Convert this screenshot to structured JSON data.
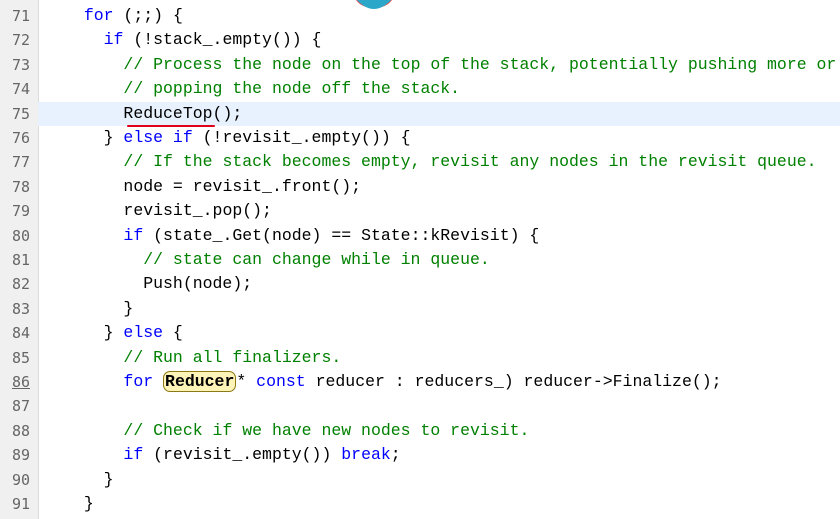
{
  "editor": {
    "current_line": "75",
    "lines": [
      {
        "no": "71",
        "indent": "  ",
        "tokens": [
          {
            "t": "for",
            "c": "kw"
          },
          {
            "t": " (;;) {",
            "c": ""
          }
        ]
      },
      {
        "no": "72",
        "indent": "    ",
        "tokens": [
          {
            "t": "if",
            "c": "kw"
          },
          {
            "t": " (!stack_.empty()) {",
            "c": ""
          }
        ]
      },
      {
        "no": "73",
        "indent": "      ",
        "tokens": [
          {
            "t": "// Process the node on the top of the stack, potentially pushing more or",
            "c": "cm"
          }
        ]
      },
      {
        "no": "74",
        "indent": "      ",
        "tokens": [
          {
            "t": "// popping the node off the stack.",
            "c": "cm"
          }
        ]
      },
      {
        "no": "75",
        "indent": "      ",
        "tokens": [
          {
            "t": "ReduceTop();",
            "c": ""
          }
        ]
      },
      {
        "no": "76",
        "indent": "    ",
        "tokens": [
          {
            "t": "} ",
            "c": ""
          },
          {
            "t": "else if",
            "c": "kw"
          },
          {
            "t": " (!revisit_.empty()) {",
            "c": ""
          }
        ]
      },
      {
        "no": "77",
        "indent": "      ",
        "tokens": [
          {
            "t": "// If the stack becomes empty, revisit any nodes in the revisit queue.",
            "c": "cm"
          }
        ]
      },
      {
        "no": "78",
        "indent": "      ",
        "tokens": [
          {
            "t": "node = revisit_.front();",
            "c": ""
          }
        ]
      },
      {
        "no": "79",
        "indent": "      ",
        "tokens": [
          {
            "t": "revisit_.pop();",
            "c": ""
          }
        ]
      },
      {
        "no": "80",
        "indent": "      ",
        "tokens": [
          {
            "t": "if",
            "c": "kw"
          },
          {
            "t": " (state_.Get(node) == State::kRevisit) {",
            "c": ""
          }
        ]
      },
      {
        "no": "81",
        "indent": "        ",
        "tokens": [
          {
            "t": "// state can change while in queue.",
            "c": "cm"
          }
        ]
      },
      {
        "no": "82",
        "indent": "        ",
        "tokens": [
          {
            "t": "Push(node);",
            "c": ""
          }
        ]
      },
      {
        "no": "83",
        "indent": "      ",
        "tokens": [
          {
            "t": "}",
            "c": ""
          }
        ]
      },
      {
        "no": "84",
        "indent": "    ",
        "tokens": [
          {
            "t": "} ",
            "c": ""
          },
          {
            "t": "else",
            "c": "kw"
          },
          {
            "t": " {",
            "c": ""
          }
        ]
      },
      {
        "no": "85",
        "indent": "      ",
        "tokens": [
          {
            "t": "// Run all finalizers.",
            "c": "cm"
          }
        ]
      },
      {
        "no": "86",
        "indent": "      ",
        "underline_no": true,
        "tokens": [
          {
            "t": "for",
            "c": "kw"
          },
          {
            "t": " ",
            "c": ""
          },
          {
            "t": "Reducer",
            "c": "hl"
          },
          {
            "t": "* ",
            "c": ""
          },
          {
            "t": "const",
            "c": "kw"
          },
          {
            "t": " reducer : reducers_) reducer->Finalize();",
            "c": ""
          }
        ]
      },
      {
        "no": "87",
        "indent": "",
        "tokens": []
      },
      {
        "no": "88",
        "indent": "      ",
        "tokens": [
          {
            "t": "// Check if we have new nodes to revisit.",
            "c": "cm"
          }
        ]
      },
      {
        "no": "89",
        "indent": "      ",
        "tokens": [
          {
            "t": "if",
            "c": "kw"
          },
          {
            "t": " (revisit_.empty()) ",
            "c": ""
          },
          {
            "t": "break",
            "c": "kw"
          },
          {
            "t": ";",
            "c": ""
          }
        ]
      },
      {
        "no": "90",
        "indent": "    ",
        "tokens": [
          {
            "t": "}",
            "c": ""
          }
        ]
      },
      {
        "no": "91",
        "indent": "  ",
        "tokens": [
          {
            "t": "}",
            "c": ""
          }
        ]
      }
    ]
  },
  "colors": {
    "keyword": "#0000ff",
    "comment": "#008000",
    "current_line_bg": "#e8f2fe",
    "error_squiggle": "#e0001a"
  },
  "icons": {
    "logo": "bowl-logo-icon"
  }
}
